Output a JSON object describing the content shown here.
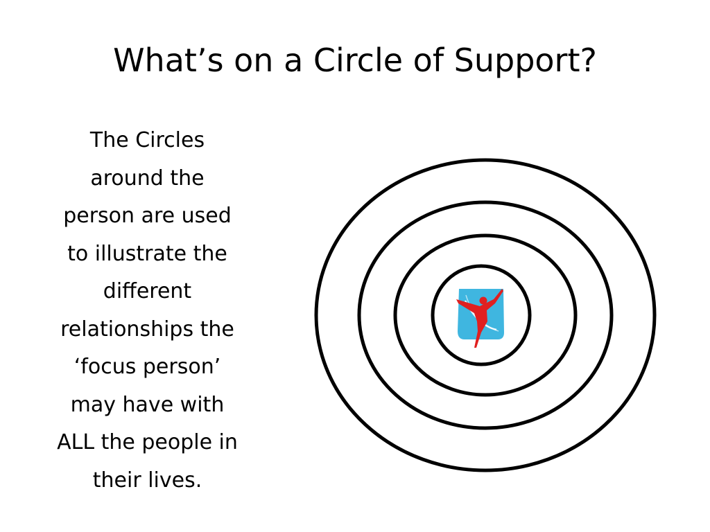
{
  "slide": {
    "title": "What’s on a Circle of Support?",
    "body_lines": [
      "The Circles",
      "around the",
      "person are used",
      "to illustrate the",
      "different",
      "relationships the",
      "‘focus person’",
      "may have with",
      "ALL the people in",
      "their lives."
    ]
  },
  "diagram": {
    "ring_count": 4,
    "ring_color": "#000000",
    "focus_icon": "person-figure-icon",
    "icon_background_color": "#3fb6e0",
    "figure_color": "#e02020"
  }
}
